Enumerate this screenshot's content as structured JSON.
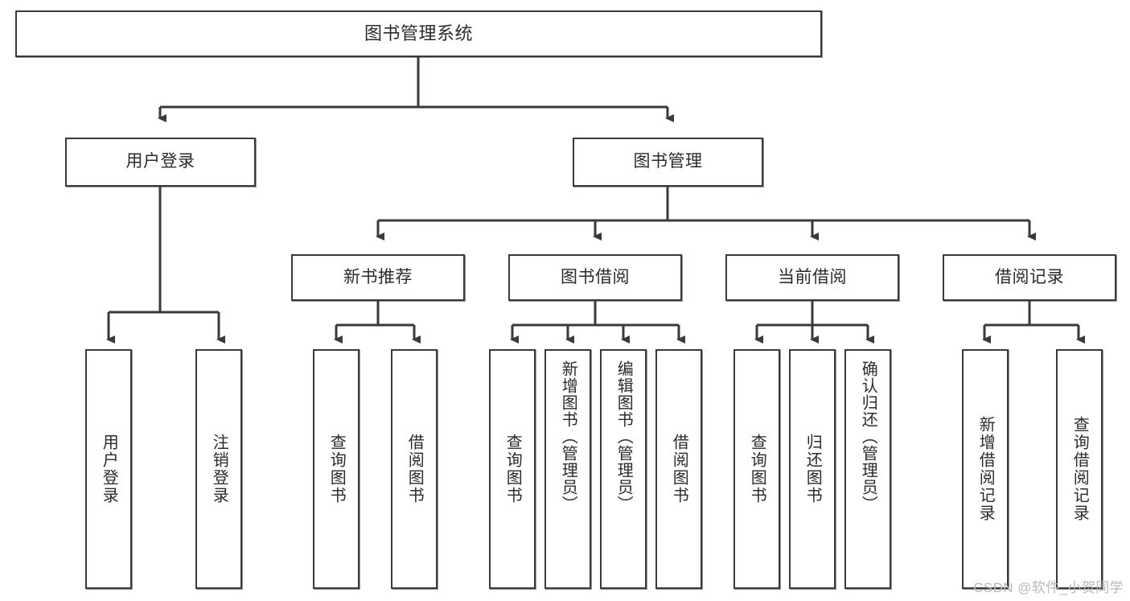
{
  "diagram": {
    "type": "tree-hierarchy",
    "title": "图书管理系统",
    "watermark": "CSDN @软件_小贺同学",
    "colors": {
      "box_border": "#3a3a3a",
      "box_fill": "#ffffff",
      "text": "#2b2b2b",
      "edge": "#3a3a3a",
      "watermark": "#b9b9b9"
    },
    "levels": {
      "root": "图书管理系统",
      "level2": [
        "用户登录",
        "图书管理"
      ],
      "level3": [
        "新书推荐",
        "图书借阅",
        "当前借阅",
        "借阅记录"
      ]
    },
    "nodes": {
      "root": {
        "label": "图书管理系统"
      },
      "user_login": {
        "label": "用户登录"
      },
      "book_manage": {
        "label": "图书管理"
      },
      "new_book_rec": {
        "label": "新书推荐"
      },
      "book_borrow": {
        "label": "图书借阅"
      },
      "current_borrow": {
        "label": "当前借阅"
      },
      "borrow_record": {
        "label": "借阅记录"
      },
      "leaf_user_login": {
        "label": "用户登录"
      },
      "leaf_logout": {
        "label": "注销登录"
      },
      "leaf_query_book_1": {
        "label": "查询图书"
      },
      "leaf_borrow_book_1": {
        "label": "借阅图书"
      },
      "leaf_query_book_2": {
        "label": "查询图书"
      },
      "leaf_add_book": {
        "label": "新增图书（管理员）"
      },
      "leaf_edit_book": {
        "label": "编辑图书（管理员）"
      },
      "leaf_borrow_book_2": {
        "label": "借阅图书"
      },
      "leaf_query_book_3": {
        "label": "查询图书"
      },
      "leaf_return_book": {
        "label": "归还图书"
      },
      "leaf_confirm_return": {
        "label": "确认归还（管理员）"
      },
      "leaf_add_record": {
        "label": "新增借阅记录"
      },
      "leaf_query_record": {
        "label": "查询借阅记录"
      }
    },
    "edges": [
      {
        "from": "root",
        "to": "用户登录"
      },
      {
        "from": "root",
        "to": "图书管理"
      },
      {
        "from": "用户登录",
        "to": "用户登录(叶)"
      },
      {
        "from": "用户登录",
        "to": "注销登录"
      },
      {
        "from": "图书管理",
        "to": "新书推荐"
      },
      {
        "from": "图书管理",
        "to": "图书借阅"
      },
      {
        "from": "图书管理",
        "to": "当前借阅"
      },
      {
        "from": "图书管理",
        "to": "借阅记录"
      },
      {
        "from": "新书推荐",
        "to": "查询图书"
      },
      {
        "from": "新书推荐",
        "to": "借阅图书"
      },
      {
        "from": "图书借阅",
        "to": "查询图书"
      },
      {
        "from": "图书借阅",
        "to": "新增图书（管理员）"
      },
      {
        "from": "图书借阅",
        "to": "编辑图书（管理员）"
      },
      {
        "from": "图书借阅",
        "to": "借阅图书"
      },
      {
        "from": "当前借阅",
        "to": "查询图书"
      },
      {
        "from": "当前借阅",
        "to": "归还图书"
      },
      {
        "from": "当前借阅",
        "to": "确认归还（管理员）"
      },
      {
        "from": "借阅记录",
        "to": "新增借阅记录"
      },
      {
        "from": "借阅记录",
        "to": "查询借阅记录"
      }
    ]
  }
}
